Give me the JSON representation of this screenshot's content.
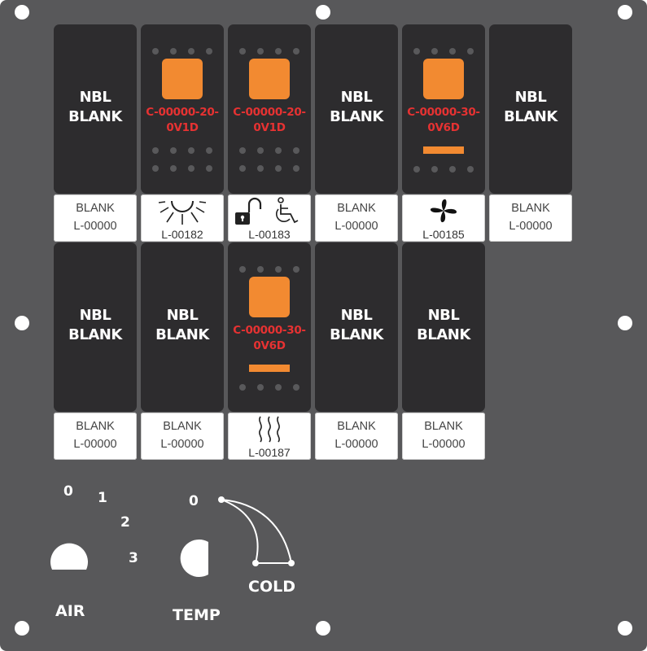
{
  "panel": {
    "colors": {
      "panel": "#58585a",
      "switch_body": "#2d2c2e",
      "lens": "#f28a31",
      "code_text": "#e63232",
      "label_bg": "#ffffff"
    }
  },
  "switches_row1": [
    {
      "type": "blank",
      "line1": "NBL",
      "line2": "BLANK",
      "label_line1": "BLANK",
      "label_line2": "L-00000"
    },
    {
      "type": "lit",
      "code_line1": "C-00000-20-",
      "code_line2": "0V1D",
      "icon": "sun-icon",
      "label_code": "L-00182"
    },
    {
      "type": "lit",
      "code_line1": "C-00000-20-",
      "code_line2": "0V1D",
      "icon": "lock-wheelchair-icon",
      "label_code": "L-00183"
    },
    {
      "type": "blank",
      "line1": "NBL",
      "line2": "BLANK",
      "label_line1": "BLANK",
      "label_line2": "L-00000"
    },
    {
      "type": "lit-bar",
      "code_line1": "C-00000-30-",
      "code_line2": "0V6D",
      "icon": "fan-icon",
      "label_code": "L-00185"
    },
    {
      "type": "blank",
      "line1": "NBL",
      "line2": "BLANK",
      "label_line1": "BLANK",
      "label_line2": "L-00000"
    }
  ],
  "switches_row2": [
    {
      "type": "blank",
      "line1": "NBL",
      "line2": "BLANK",
      "label_line1": "BLANK",
      "label_line2": "L-00000"
    },
    {
      "type": "blank",
      "line1": "NBL",
      "line2": "BLANK",
      "label_line1": "BLANK",
      "label_line2": "L-00000"
    },
    {
      "type": "lit-bar",
      "code_line1": "C-00000-30-",
      "code_line2": "0V6D",
      "icon": "heat-icon",
      "label_code": "L-00187"
    },
    {
      "type": "blank",
      "line1": "NBL",
      "line2": "BLANK",
      "label_line1": "BLANK",
      "label_line2": "L-00000"
    },
    {
      "type": "blank",
      "line1": "NBL",
      "line2": "BLANK",
      "label_line1": "BLANK",
      "label_line2": "L-00000"
    }
  ],
  "controls": {
    "air": {
      "caption": "AIR",
      "positions": [
        "0",
        "1",
        "2",
        "3"
      ]
    },
    "temp": {
      "caption": "TEMP",
      "zero": "0",
      "cold": "COLD"
    }
  }
}
